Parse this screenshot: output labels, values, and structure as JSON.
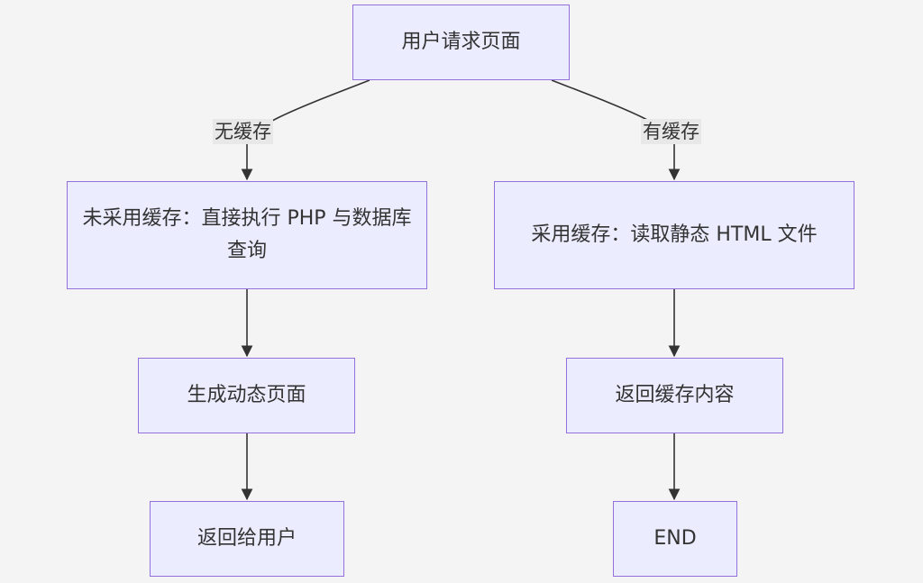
{
  "diagram": {
    "nodes": {
      "start": "用户请求页面",
      "no_cache": "未采用缓存：直接执行 PHP 与数据库查询",
      "cache": "采用缓存：读取静态 HTML 文件",
      "generate": "生成动态页面",
      "return_cache": "返回缓存内容",
      "return_user": "返回给用户",
      "end": "END"
    },
    "edge_labels": {
      "no_cache": "无缓存",
      "has_cache": "有缓存"
    },
    "colors": {
      "node_fill": "#ececff",
      "node_border": "#9370db",
      "edge": "#333333",
      "label_bg": "#e8e8e8",
      "background": "#f4f4f4"
    }
  }
}
